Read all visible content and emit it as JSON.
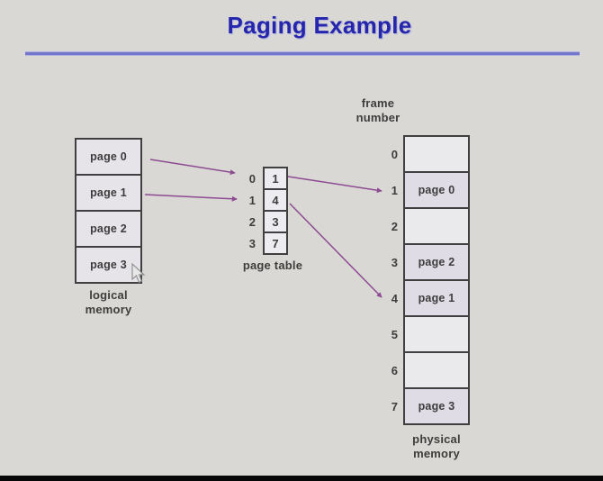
{
  "title": "Paging Example",
  "logical_memory": {
    "label": "logical memory",
    "pages": [
      "page 0",
      "page 1",
      "page 2",
      "page 3"
    ]
  },
  "page_table": {
    "label": "page table",
    "entries": [
      {
        "index": "0",
        "value": "1"
      },
      {
        "index": "1",
        "value": "4"
      },
      {
        "index": "2",
        "value": "3"
      },
      {
        "index": "3",
        "value": "7"
      }
    ]
  },
  "physical_memory": {
    "header": "frame number",
    "label": "physical memory",
    "frames": [
      {
        "number": "0",
        "content": ""
      },
      {
        "number": "1",
        "content": "page 0"
      },
      {
        "number": "2",
        "content": ""
      },
      {
        "number": "3",
        "content": "page 2"
      },
      {
        "number": "4",
        "content": "page 1"
      },
      {
        "number": "5",
        "content": ""
      },
      {
        "number": "6",
        "content": ""
      },
      {
        "number": "7",
        "content": "page 3"
      }
    ]
  },
  "arrows": [
    {
      "from": "page 0",
      "to": "page table entry 0"
    },
    {
      "from": "page 1",
      "to": "page table entry 1"
    },
    {
      "from": "page table entry 0",
      "to": "frame 1"
    },
    {
      "from": "page table entry 1",
      "to": "frame 4"
    }
  ],
  "colors": {
    "background": "#d9d8d4",
    "title_text": "#2626ad",
    "title_rule": "#7476ca",
    "arrow": "#8d4b92",
    "box_border": "#404040",
    "logical_fill": "#e6e4e9",
    "filled_frame_fill": "#dfdce5",
    "empty_frame_fill": "#eae9ec"
  }
}
